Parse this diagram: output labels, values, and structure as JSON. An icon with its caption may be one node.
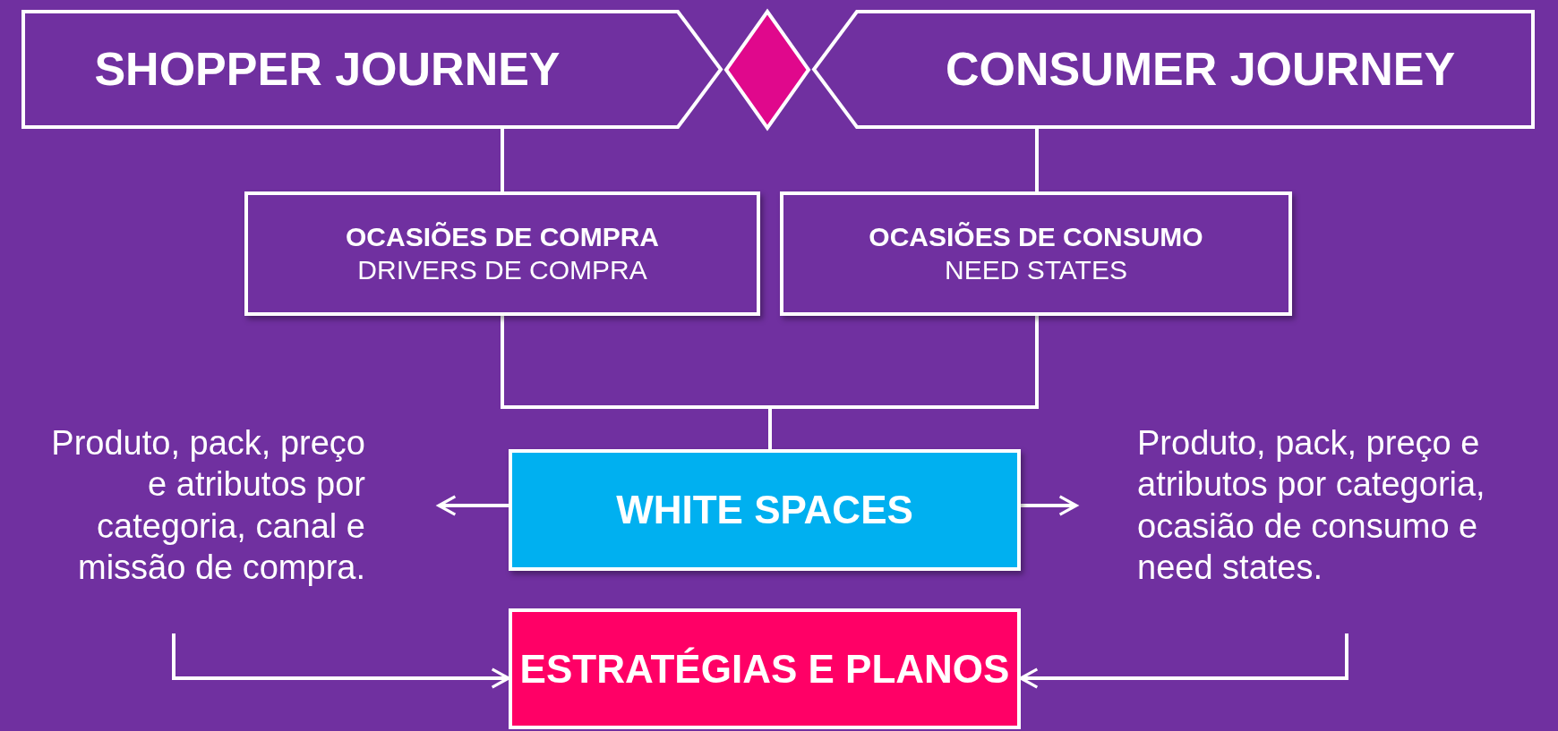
{
  "diagram": {
    "nodes": [
      {
        "text": [
          "SHOPPER JOURNEY"
        ]
      },
      {
        "text": [],
        "shape": "diamond"
      },
      {
        "text": [
          "CONSUMER JOURNEY"
        ]
      },
      {
        "text": [
          "OCASIÕES DE COMPRA",
          "DRIVERS DE COMPRA"
        ]
      },
      {
        "text": [
          "OCASIÕES DE CONSUMO",
          "NEED STATES"
        ]
      },
      {
        "text": [
          "Produto, pack, preço e atributos por categoria, canal e missão de compra."
        ]
      },
      {
        "text": [
          "WHITE SPACES"
        ]
      },
      {
        "text": [
          "Produto, pack, preço e atributos por categoria, ocasião de consumo e need states."
        ]
      },
      {
        "text": [
          "ESTRATÉGIAS E PLANOS"
        ]
      }
    ],
    "edges": [
      {
        "from": 0,
        "to": 3,
        "arrow": "none"
      },
      {
        "from": 2,
        "to": 4,
        "arrow": "none"
      },
      {
        "from": 3,
        "to": 6,
        "arrow": "none"
      },
      {
        "from": 4,
        "to": 6,
        "arrow": "none"
      },
      {
        "from": 6,
        "to": 5,
        "arrow": "to"
      },
      {
        "from": 6,
        "to": 7,
        "arrow": "to"
      },
      {
        "from": 5,
        "to": 8,
        "arrow": "to"
      },
      {
        "from": 7,
        "to": 8,
        "arrow": "to"
      }
    ]
  }
}
